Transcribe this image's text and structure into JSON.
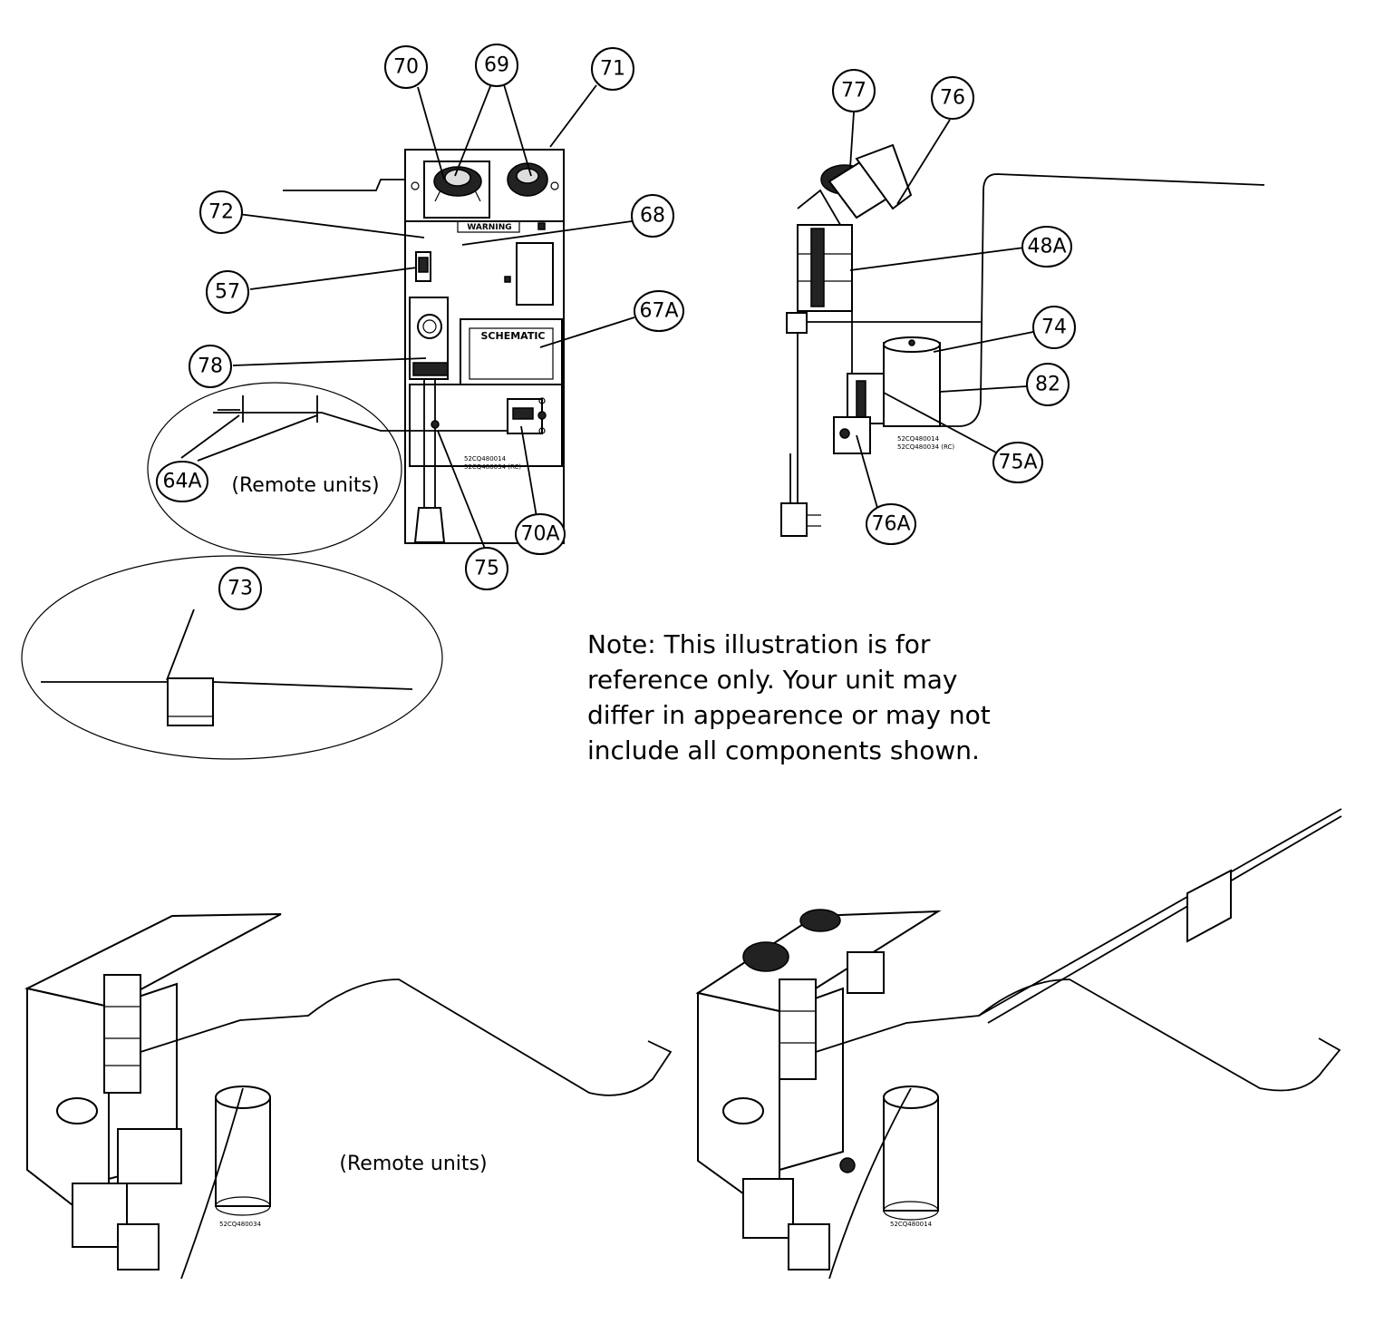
{
  "callouts": [
    {
      "id": "c70",
      "label": "70"
    },
    {
      "id": "c69",
      "label": "69"
    },
    {
      "id": "c71",
      "label": "71"
    },
    {
      "id": "c72",
      "label": "72"
    },
    {
      "id": "c68",
      "label": "68"
    },
    {
      "id": "c57",
      "label": "57"
    },
    {
      "id": "c67A",
      "label": "67A"
    },
    {
      "id": "c78",
      "label": "78"
    },
    {
      "id": "c64A",
      "label": "64A"
    },
    {
      "id": "c75",
      "label": "75"
    },
    {
      "id": "c70A",
      "label": "70A"
    },
    {
      "id": "c73",
      "label": "73"
    },
    {
      "id": "c77",
      "label": "77"
    },
    {
      "id": "c76",
      "label": "76"
    },
    {
      "id": "c48A",
      "label": "48A"
    },
    {
      "id": "c74",
      "label": "74"
    },
    {
      "id": "c82",
      "label": "82"
    },
    {
      "id": "c75A",
      "label": "75A"
    },
    {
      "id": "c76A",
      "label": "76A"
    }
  ],
  "captions": {
    "remote_units_front": "(Remote units)",
    "remote_units_bottom": "(Remote units)"
  },
  "panel_labels": {
    "schematic": "SCHEMATIC",
    "brand": "WARNING",
    "part_no_front_1": "52CQ480014",
    "part_no_front_2": "52CQ480034 (RC)",
    "part_no_side_1": "52CQ480014",
    "part_no_side_2": "52CQ480034 (RC)",
    "cap_label_left": "52CQ480034",
    "cap_label_right": "52CQ480014"
  },
  "note": {
    "lines": [
      "Note: This illustration is for",
      "reference only. Your unit may",
      "differ in appearence or may not",
      "include all components shown."
    ]
  }
}
